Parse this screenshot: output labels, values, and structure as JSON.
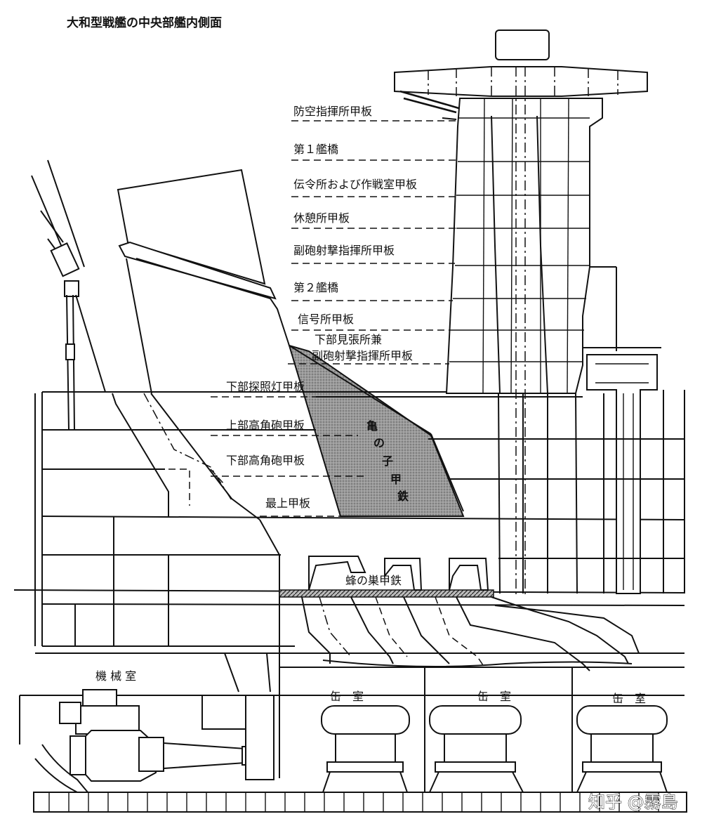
{
  "title": "大和型戦艦の中央部艦内側面",
  "deck_labels": [
    "防空指揮所甲板",
    "第１艦橋",
    "伝令所および作戦室甲板",
    "休憩所甲板",
    "副砲射撃指揮所甲板",
    "第２艦橋",
    "信号所甲板",
    "下部見張所兼",
    "副砲射撃指揮所甲板",
    "下部探照灯甲板",
    "上部高角砲甲板",
    "下部高角砲甲板",
    "最上甲板"
  ],
  "armor_labels": {
    "turtle_chars": [
      "亀",
      "の",
      "子",
      "甲",
      "鉄"
    ],
    "honeycomb": "蜂の巣甲鉄"
  },
  "rooms": {
    "machinery": "機 械 室",
    "boilers": [
      "缶　室",
      "缶　室",
      "缶　室"
    ]
  },
  "watermark": "知乎 @霧島",
  "colors": {
    "ink": "#111111",
    "armor_fill": "#8a8a8a",
    "background": "#ffffff"
  }
}
